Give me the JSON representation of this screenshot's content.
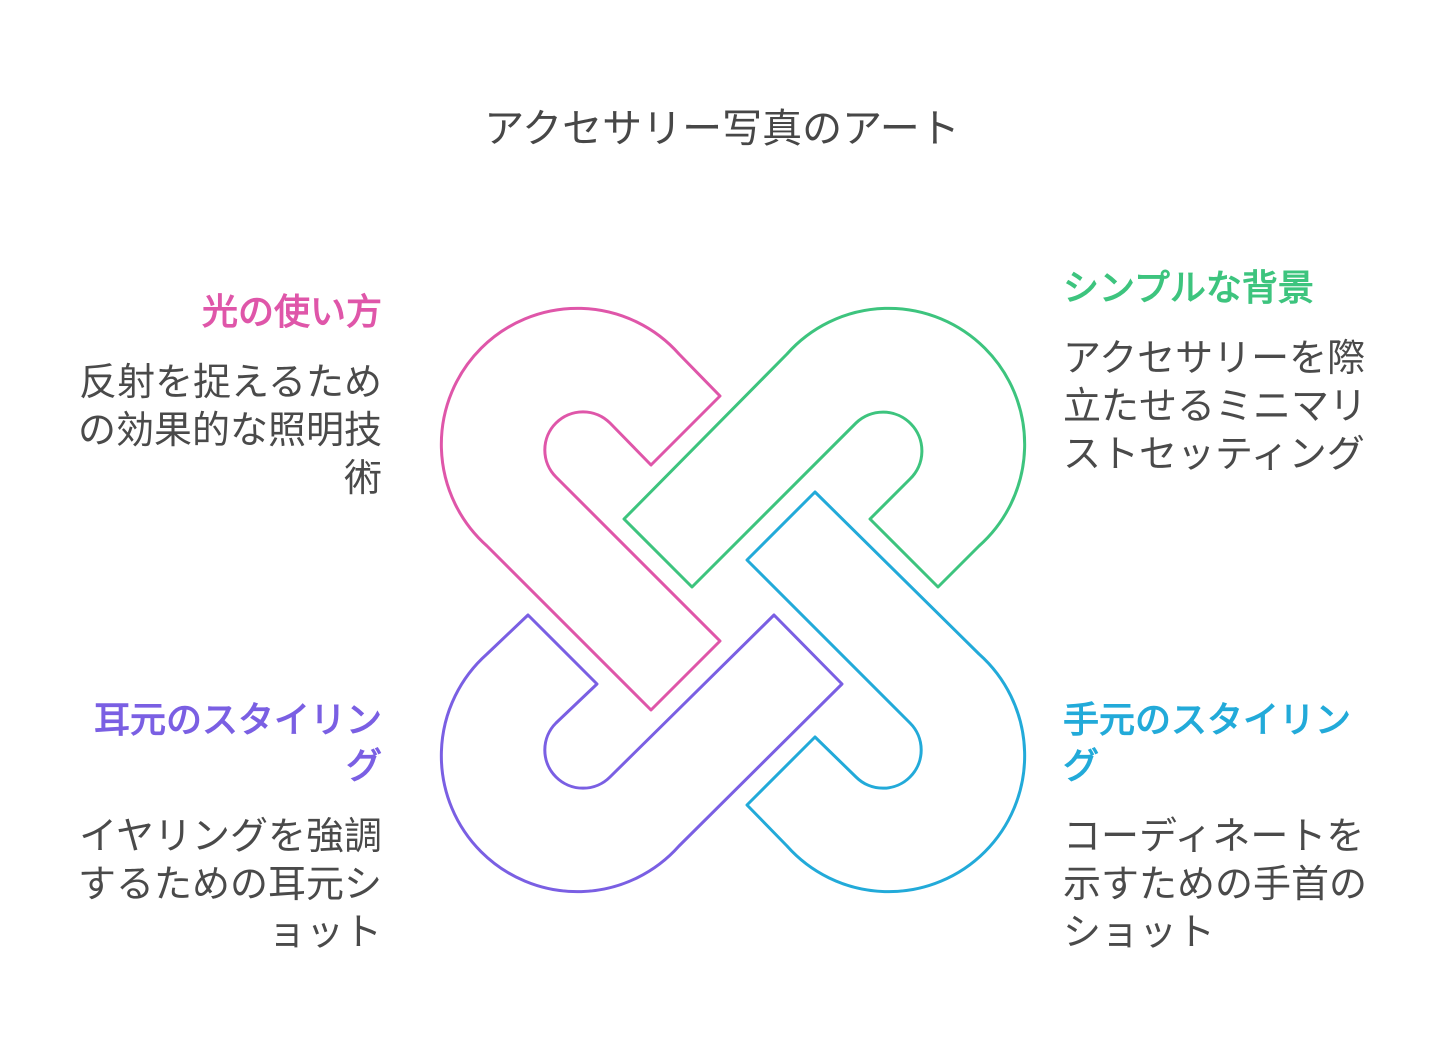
{
  "title": "アクセサリー写真のアート",
  "colors": {
    "pink": "#df56a9",
    "green": "#3dc47e",
    "purple": "#7a5fe3",
    "blue": "#22aad9"
  },
  "items": [
    {
      "heading_lines": [
        "光の使い方"
      ],
      "body_lines": [
        "反射を捉えるため",
        "の効果的な照明技",
        "術"
      ]
    },
    {
      "heading_lines": [
        "シンプルな背景"
      ],
      "body_lines": [
        "アクセサリーを際",
        "立たせるミニマリ",
        "ストセッティング"
      ]
    },
    {
      "heading_lines": [
        "耳元のスタイリン",
        "グ"
      ],
      "body_lines": [
        "イヤリングを強調",
        "するための耳元シ",
        "ョット"
      ]
    },
    {
      "heading_lines": [
        "手元のスタイリン",
        "グ"
      ],
      "body_lines": [
        "コーディネートを",
        "示すための手首の",
        "ショット"
      ]
    }
  ]
}
